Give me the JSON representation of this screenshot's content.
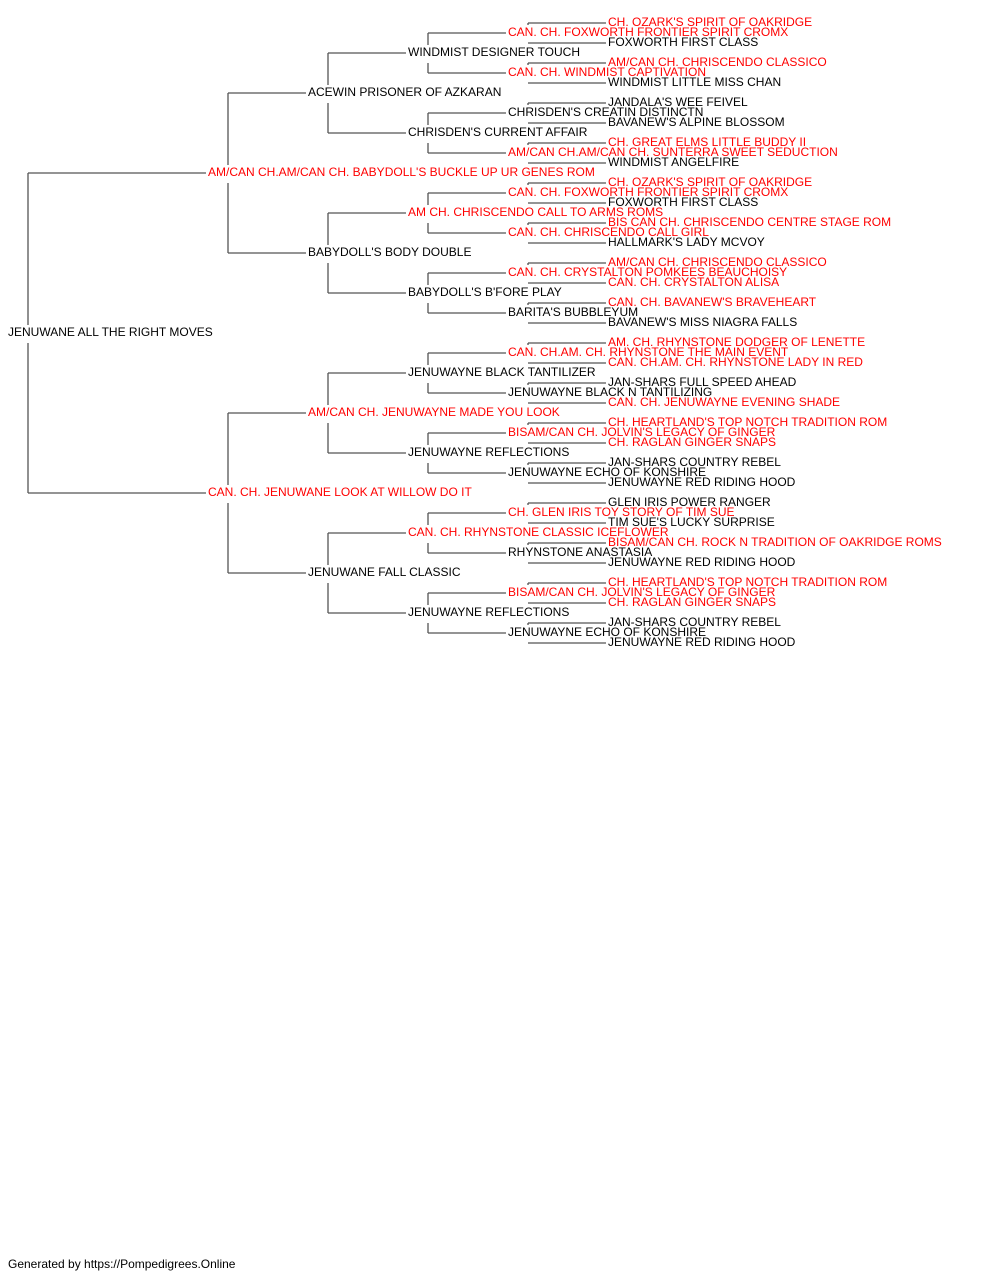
{
  "colors": {
    "champion": "#ff0000",
    "normal": "#000000",
    "line": "#555555"
  },
  "pedigree": {
    "name": "JENUWANE ALL THE RIGHT MOVES",
    "ch": false,
    "sire": {
      "name": "AM/CAN CH.AM/CAN CH. BABYDOLL'S BUCKLE UP UR GENES ROM",
      "ch": true,
      "sire": {
        "name": "ACEWIN PRISONER OF AZKARAN",
        "ch": false,
        "sire": {
          "name": "WINDMIST DESIGNER TOUCH",
          "ch": false,
          "sire": {
            "name": "CAN. CH. FOXWORTH FRONTIER SPIRIT CROMX",
            "ch": true,
            "sire": {
              "name": "CH. OZARK'S SPIRIT OF OAKRIDGE",
              "ch": true
            },
            "dam": {
              "name": "FOXWORTH FIRST CLASS",
              "ch": false
            }
          },
          "dam": {
            "name": "CAN. CH. WINDMIST CAPTIVATION",
            "ch": true,
            "sire": {
              "name": "AM/CAN CH. CHRISCENDO CLASSICO",
              "ch": true
            },
            "dam": {
              "name": "WINDMIST LITTLE MISS CHAN",
              "ch": false
            }
          }
        },
        "dam": {
          "name": "CHRISDEN'S CURRENT AFFAIR",
          "ch": false,
          "sire": {
            "name": "CHRISDEN'S CREATIN DISTINCTN",
            "ch": false,
            "sire": {
              "name": "JANDALA'S WEE FEIVEL",
              "ch": false
            },
            "dam": {
              "name": "BAVANEW'S ALPINE BLOSSOM",
              "ch": false
            }
          },
          "dam": {
            "name": "AM/CAN CH.AM/CAN CH. SUNTERRA SWEET SEDUCTION",
            "ch": true,
            "sire": {
              "name": "CH. GREAT ELMS LITTLE BUDDY II",
              "ch": true
            },
            "dam": {
              "name": "WINDMIST ANGELFIRE",
              "ch": false
            }
          }
        }
      },
      "dam": {
        "name": "BABYDOLL'S BODY DOUBLE",
        "ch": false,
        "sire": {
          "name": "AM CH. CHRISCENDO CALL TO ARMS ROMS",
          "ch": true,
          "sire": {
            "name": "CAN. CH. FOXWORTH FRONTIER SPIRIT CROMX",
            "ch": true,
            "sire": {
              "name": "CH. OZARK'S SPIRIT OF OAKRIDGE",
              "ch": true
            },
            "dam": {
              "name": "FOXWORTH FIRST CLASS",
              "ch": false
            }
          },
          "dam": {
            "name": "CAN. CH. CHRISCENDO CALL GIRL",
            "ch": true,
            "sire": {
              "name": "BIS CAN CH. CHRISCENDO CENTRE STAGE ROM",
              "ch": true
            },
            "dam": {
              "name": "HALLMARK'S LADY MCVOY",
              "ch": false
            }
          }
        },
        "dam": {
          "name": "BABYDOLL'S B'FORE PLAY",
          "ch": false,
          "sire": {
            "name": "CAN. CH. CRYSTALTON POMKEES BEAUCHOISY",
            "ch": true,
            "sire": {
              "name": "AM/CAN CH. CHRISCENDO CLASSICO",
              "ch": true
            },
            "dam": {
              "name": "CAN. CH. CRYSTALTON ALISA",
              "ch": true
            }
          },
          "dam": {
            "name": "BARITA'S BUBBLEYUM",
            "ch": false,
            "sire": {
              "name": "CAN. CH. BAVANEW'S BRAVEHEART",
              "ch": true
            },
            "dam": {
              "name": "BAVANEW'S MISS NIAGRA FALLS",
              "ch": false
            }
          }
        }
      }
    },
    "dam": {
      "name": "CAN. CH. JENUWANE LOOK AT WILLOW DO IT",
      "ch": true,
      "sire": {
        "name": "AM/CAN CH. JENUWAYNE MADE YOU LOOK",
        "ch": true,
        "sire": {
          "name": "JENUWAYNE BLACK TANTILIZER",
          "ch": false,
          "sire": {
            "name": "CAN. CH.AM. CH. RHYNSTONE THE MAIN EVENT",
            "ch": true,
            "sire": {
              "name": "AM. CH. RHYNSTONE DODGER OF LENETTE",
              "ch": true
            },
            "dam": {
              "name": "CAN. CH.AM. CH. RHYNSTONE LADY IN RED",
              "ch": true
            }
          },
          "dam": {
            "name": "JENUWAYNE BLACK N TANTILIZING",
            "ch": false,
            "sire": {
              "name": "JAN-SHARS FULL SPEED AHEAD",
              "ch": false
            },
            "dam": {
              "name": "CAN. CH. JENUWAYNE EVENING SHADE",
              "ch": true
            }
          }
        },
        "dam": {
          "name": "JENUWAYNE REFLECTIONS",
          "ch": false,
          "sire": {
            "name": "BISAM/CAN CH. JOLVIN'S LEGACY OF GINGER",
            "ch": true,
            "sire": {
              "name": "CH. HEARTLAND'S TOP NOTCH TRADITION ROM",
              "ch": true
            },
            "dam": {
              "name": "CH. RAGLAN GINGER SNAPS",
              "ch": true
            }
          },
          "dam": {
            "name": "JENUWAYNE ECHO OF KONSHIRE",
            "ch": false,
            "sire": {
              "name": "JAN-SHARS COUNTRY REBEL",
              "ch": false
            },
            "dam": {
              "name": "JENUWAYNE RED RIDING HOOD",
              "ch": false
            }
          }
        }
      },
      "dam": {
        "name": "JENUWANE FALL CLASSIC",
        "ch": false,
        "sire": {
          "name": "CAN. CH. RHYNSTONE CLASSIC ICEFLOWER",
          "ch": true,
          "sire": {
            "name": "CH. GLEN IRIS TOY STORY OF TIM SUE",
            "ch": true,
            "sire": {
              "name": "GLEN IRIS POWER RANGER",
              "ch": false
            },
            "dam": {
              "name": "TIM SUE'S LUCKY SURPRISE",
              "ch": false
            }
          },
          "dam": {
            "name": "RHYNSTONE ANASTASIA",
            "ch": false,
            "sire": {
              "name": "BISAM/CAN CH. ROCK N TRADITION OF OAKRIDGE ROMS",
              "ch": true
            },
            "dam": {
              "name": "JENUWAYNE RED RIDING HOOD",
              "ch": false
            }
          }
        },
        "dam": {
          "name": "JENUWAYNE REFLECTIONS",
          "ch": false,
          "sire": {
            "name": "BISAM/CAN CH. JOLVIN'S LEGACY OF GINGER",
            "ch": true,
            "sire": {
              "name": "CH. HEARTLAND'S TOP NOTCH TRADITION ROM",
              "ch": true
            },
            "dam": {
              "name": "CH. RAGLAN GINGER SNAPS",
              "ch": true
            }
          },
          "dam": {
            "name": "JENUWAYNE ECHO OF KONSHIRE",
            "ch": false,
            "sire": {
              "name": "JAN-SHARS COUNTRY REBEL",
              "ch": false
            },
            "dam": {
              "name": "JENUWAYNE RED RIDING HOOD",
              "ch": false
            }
          }
        }
      }
    }
  },
  "footer": "Generated by https://Pompedigrees.Online"
}
